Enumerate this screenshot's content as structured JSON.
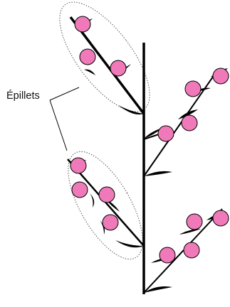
{
  "callout": {
    "label": "Épillets"
  },
  "colors": {
    "stem": "#000000",
    "floret_fill": "#f07ab9",
    "floret_outline": "#000000",
    "glume": "#000000",
    "callout_line": "#000000",
    "spikelet_outline": "#555555",
    "background": "#ffffff"
  },
  "icons": {
    "floret": "pink-circle",
    "glume": "black-crescent"
  }
}
